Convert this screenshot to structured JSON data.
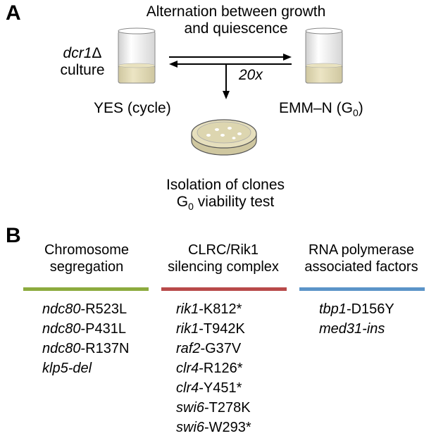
{
  "panel_a": {
    "label": "A",
    "title_line1": "Alternation between growth",
    "title_line2": "and quiescence",
    "strain_name": "dcr1",
    "strain_delta": "Δ",
    "strain_line2": "culture",
    "left_medium": "YES (cycle)",
    "right_medium_prefix": "EMM–N (G",
    "right_medium_sub": "0",
    "right_medium_suffix": ")",
    "repeat_label": "20x",
    "iso_line1": "Isolation of clones",
    "iso_line2_prefix": "G",
    "iso_line2_sub": "0",
    "iso_line2_suffix": " viability test",
    "colors": {
      "tube_liquid": "#ddd6b0",
      "plate_agar": "#ddd6b0"
    }
  },
  "panel_b": {
    "label": "B",
    "columns": [
      {
        "title1": "Chromosome",
        "title2": "segregation",
        "color": "#8cab3e",
        "genes": [
          {
            "gene": "ndc80",
            "mut": "-R523L"
          },
          {
            "gene": "ndc80",
            "mut": "-P431L"
          },
          {
            "gene": "ndc80",
            "mut": "-R137N"
          },
          {
            "gene": "klp5-del",
            "mut": ""
          }
        ]
      },
      {
        "title1": "CLRC/Rik1",
        "title2": "silencing complex",
        "color": "#b84a4a",
        "genes": [
          {
            "gene": "rik1",
            "mut": "-K812*"
          },
          {
            "gene": "rik1",
            "mut": "-T942K"
          },
          {
            "gene": "raf2",
            "mut": "-G37V"
          },
          {
            "gene": "clr4",
            "mut": "-R126*"
          },
          {
            "gene": "clr4",
            "mut": "-Y451*"
          },
          {
            "gene": "swi6",
            "mut": "-T278K"
          },
          {
            "gene": "swi6",
            "mut": "-W293*"
          }
        ]
      },
      {
        "title1": "RNA polymerase",
        "title2": "associated factors",
        "color": "#5b94c8",
        "genes": [
          {
            "gene": "tbp1",
            "mut": "-D156Y"
          },
          {
            "gene": "med31-ins",
            "mut": ""
          }
        ]
      }
    ]
  }
}
